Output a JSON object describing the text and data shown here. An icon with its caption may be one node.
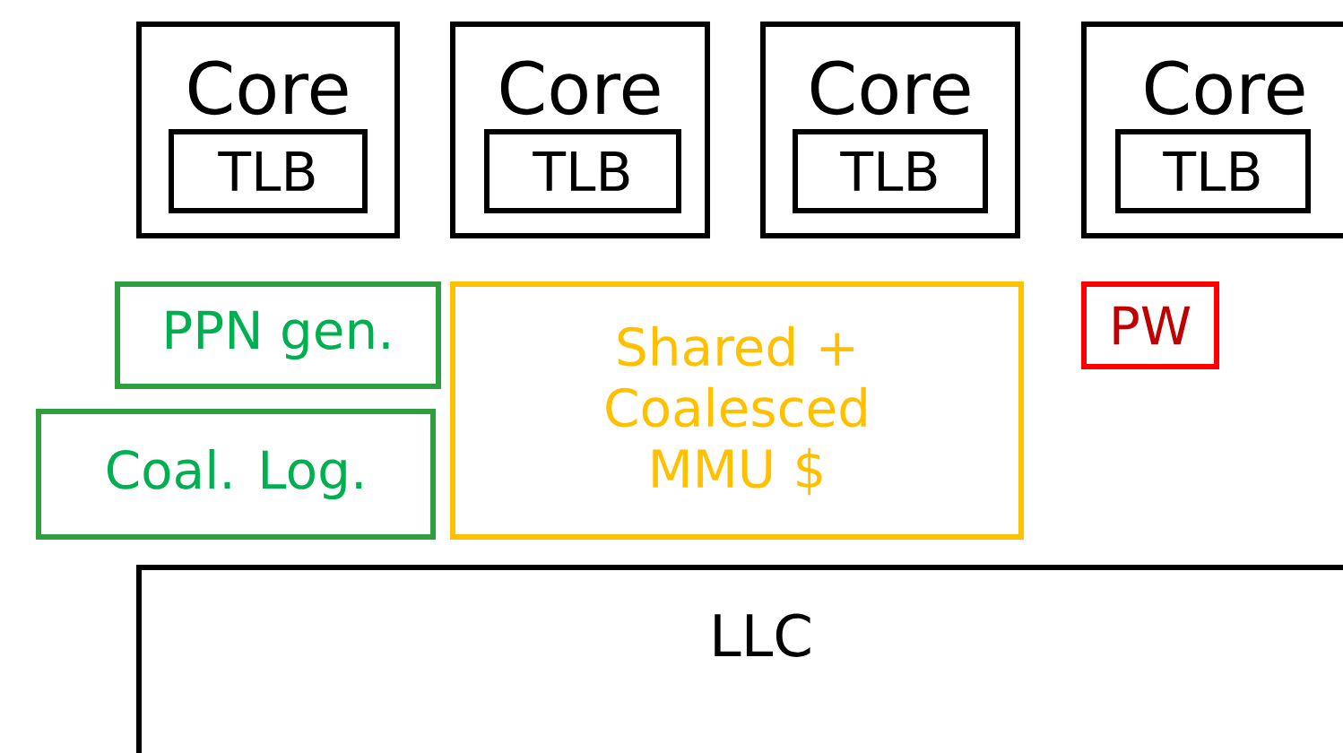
{
  "diagram": {
    "nodes": [
      {
        "text": [
          "Core"
        ]
      },
      {
        "text": [
          "TLB"
        ],
        "in": 0
      },
      {
        "text": [
          "Core"
        ]
      },
      {
        "text": [
          "TLB"
        ],
        "in": 2
      },
      {
        "text": [
          "Core"
        ]
      },
      {
        "text": [
          "TLB"
        ],
        "in": 4
      },
      {
        "text": [
          "Core"
        ]
      },
      {
        "text": [
          "TLB"
        ],
        "in": 6
      },
      {
        "text": [
          "PPN gen."
        ]
      },
      {
        "text": [
          "Coal. Log."
        ]
      },
      {
        "text": [
          "Shared + Coalesced MMU $"
        ]
      },
      {
        "text": [
          "PW"
        ]
      },
      {
        "text": [
          "LLC"
        ]
      }
    ]
  }
}
